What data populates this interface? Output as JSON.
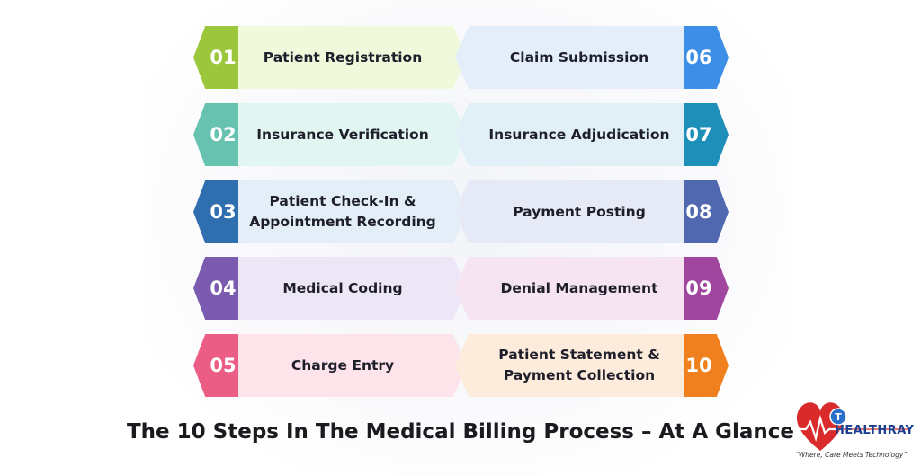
{
  "left_steps": [
    {
      "num": "01",
      "label": "Patient Registration",
      "num_color": "#9cc63b",
      "bg_color": "#f1f9dc"
    },
    {
      "num": "02",
      "label": "Insurance Verification",
      "num_color": "#67c3b0",
      "bg_color": "#e1f5f1"
    },
    {
      "num": "03",
      "label": "Patient Check-In &\nAppointment Recording",
      "num_color": "#2f6fb0",
      "bg_color": "#e4eef8"
    },
    {
      "num": "04",
      "label": "Medical Coding",
      "num_color": "#7a5bb0",
      "bg_color": "#ece6f6"
    },
    {
      "num": "05",
      "label": "Charge Entry",
      "num_color": "#ec5d86",
      "bg_color": "#fde3ea"
    }
  ],
  "right_steps": [
    {
      "num": "06",
      "label": "Claim Submission",
      "num_color": "#3c8ee6",
      "bg_color": "#e4eefb"
    },
    {
      "num": "07",
      "label": "Insurance Adjudication",
      "num_color": "#1e8fb8",
      "bg_color": "#e0f0f6"
    },
    {
      "num": "08",
      "label": "Payment Posting",
      "num_color": "#4f68b0",
      "bg_color": "#e6eaf6"
    },
    {
      "num": "09",
      "label": "Denial Management",
      "num_color": "#a1469e",
      "bg_color": "#f6e4f3"
    },
    {
      "num": "10",
      "label": "Patient Statement &\nPayment Collection",
      "num_color": "#f0801e",
      "bg_color": "#fdebdc"
    }
  ],
  "title": "The 10 Steps In The Medical Billing Process – At A Glance",
  "logo": {
    "name": "HEALTHRAY",
    "tagline": "“Where, Care Meets Technology”",
    "heart_color": "#d92b2b",
    "circle_color": "#2a6fc9"
  }
}
